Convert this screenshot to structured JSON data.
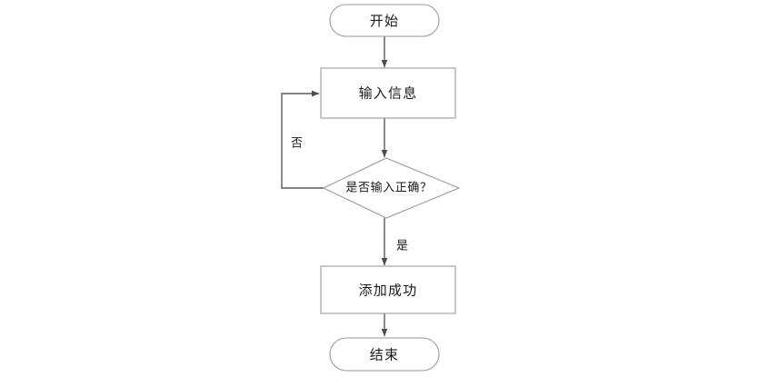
{
  "diagram": {
    "type": "flowchart",
    "title": "",
    "background_color": "#ffffff",
    "shape_stroke_color": "#9a9a9a",
    "shape_fill_color": "#ffffff",
    "edge_color": "#5a5a5a",
    "text_color": "#1a1a1a",
    "nodes": [
      {
        "id": "start",
        "shape": "terminator",
        "label": "开始"
      },
      {
        "id": "input",
        "shape": "process",
        "label": "输入信息"
      },
      {
        "id": "decision",
        "shape": "decision",
        "label": "是否输入正确？"
      },
      {
        "id": "success",
        "shape": "process",
        "label": "添加成功"
      },
      {
        "id": "end",
        "shape": "terminator",
        "label": "结束"
      }
    ],
    "edges": [
      {
        "id": "e-start-input",
        "from": "start",
        "to": "input",
        "label": ""
      },
      {
        "id": "e-input-decision",
        "from": "input",
        "to": "decision",
        "label": ""
      },
      {
        "id": "e-decision-success",
        "from": "decision",
        "to": "success",
        "label": "是"
      },
      {
        "id": "e-decision-input",
        "from": "decision",
        "to": "input",
        "label": "否"
      },
      {
        "id": "e-success-end",
        "from": "success",
        "to": "end",
        "label": ""
      }
    ]
  }
}
